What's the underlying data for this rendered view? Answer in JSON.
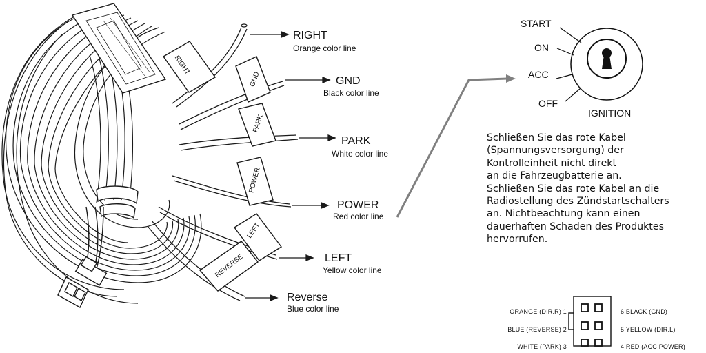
{
  "wires": [
    {
      "tag": "RIGHT",
      "name": "RIGHT",
      "color_line": "Orange color line"
    },
    {
      "tag": "GND",
      "name": "GND",
      "color_line": "Black color line"
    },
    {
      "tag": "PARK",
      "name": "PARK",
      "color_line": "White color line"
    },
    {
      "tag": "POWER",
      "name": "POWER",
      "color_line": "Red color line"
    },
    {
      "tag": "LEFT",
      "name": "LEFT",
      "color_line": "Yellow color line"
    },
    {
      "tag": "REVERSE",
      "name": "Reverse",
      "color_line": "Blue color line"
    }
  ],
  "ignition": {
    "positions": [
      "START",
      "ON",
      "ACC",
      "OFF"
    ],
    "label": "IGNITION"
  },
  "warning_lines": [
    "Schließen Sie das rote Kabel",
    "(Spannungsversorgung) der",
    "Kontrolleinheit nicht direkt",
    "an die Fahrzeugbatterie an.",
    "Schließen Sie das rote Kabel an die",
    "Radiostellung des Zündstartschalters",
    "an. Nichtbeachtung kann einen",
    "dauerhaften Schaden des Produktes",
    "hervorrufen."
  ],
  "connector_pins": {
    "left": [
      "ORANGE (DIR.R) 1",
      "BLUE (REVERSE) 2",
      "WHITE (PARK) 3"
    ],
    "right": [
      "6 BLACK (GND)",
      "5 YELLOW (DIR.L)",
      "4 RED (ACC POWER)"
    ]
  }
}
